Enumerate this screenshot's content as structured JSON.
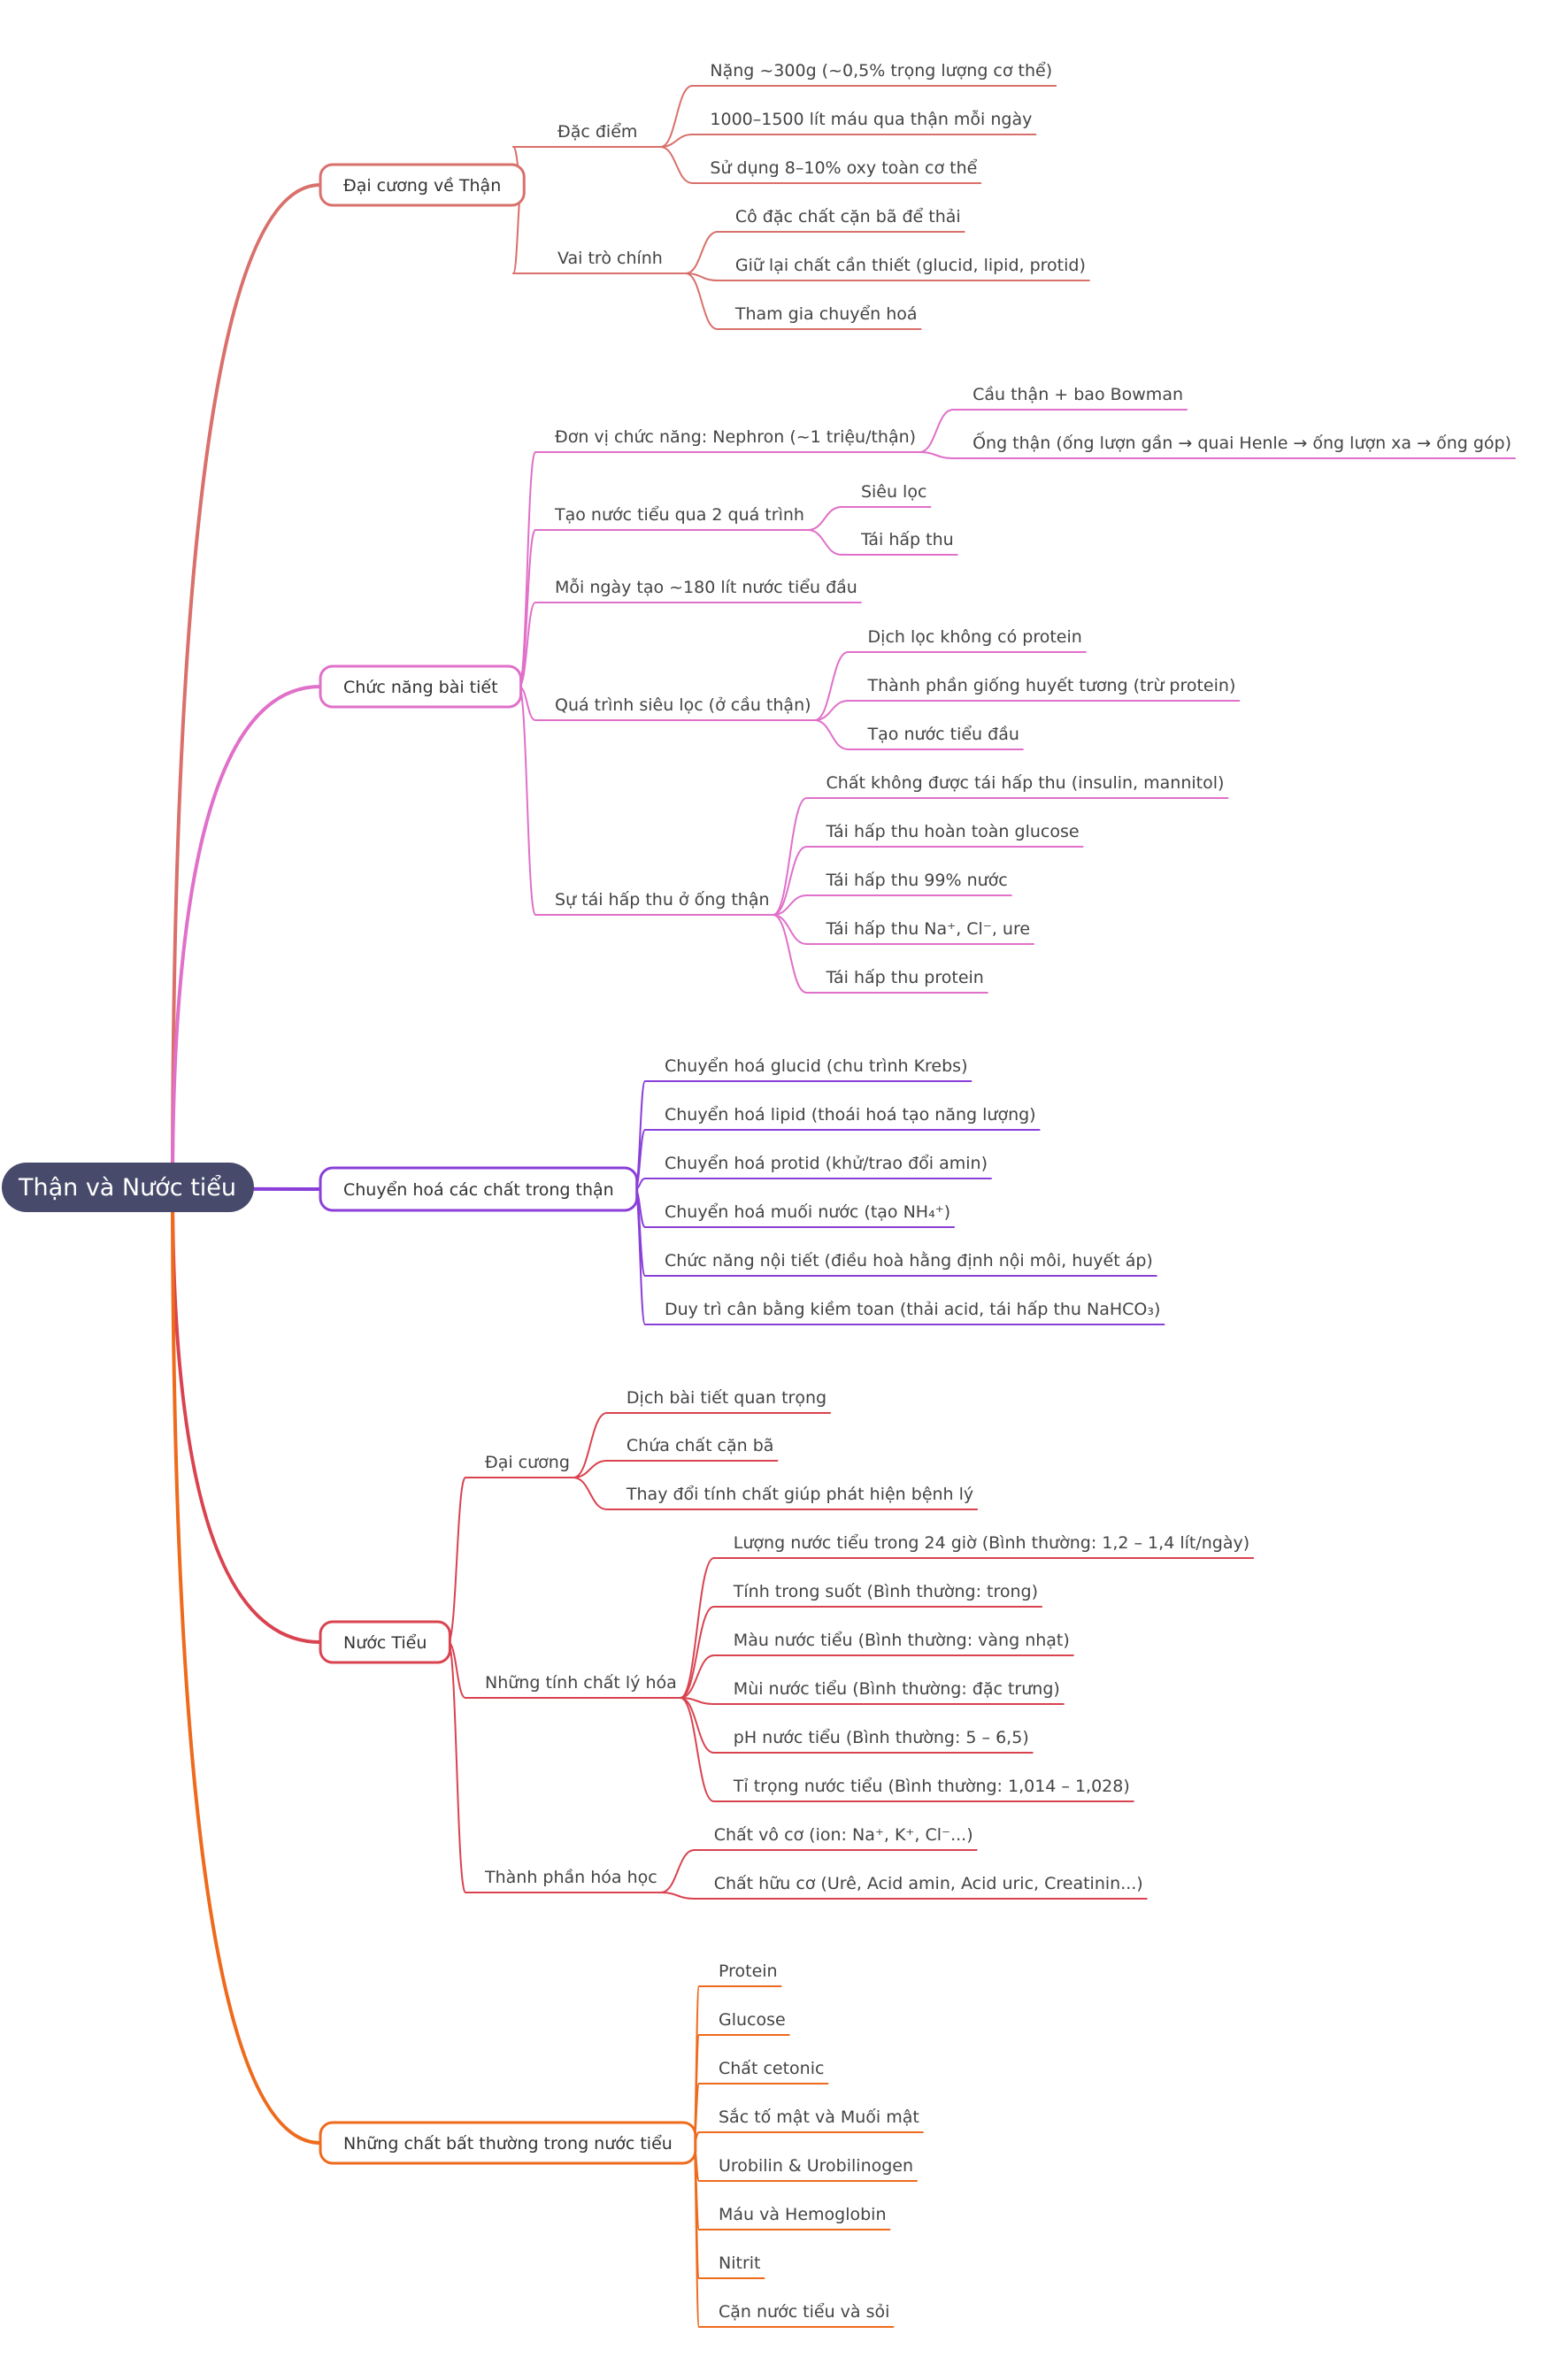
{
  "root": {
    "label": "Thận và Nước tiểu",
    "color": "#474a6a"
  },
  "branches": [
    {
      "label": "Đại cương về Thận",
      "color": "#d9706b",
      "children": [
        {
          "label": "Đặc điểm",
          "children": [
            {
              "label": "Nặng ~300g (~0,5% trọng lượng cơ thể)"
            },
            {
              "label": "1000–1500 lít máu qua thận mỗi ngày"
            },
            {
              "label": "Sử dụng 8–10% oxy toàn cơ thể"
            }
          ]
        },
        {
          "label": "Vai trò chính",
          "children": [
            {
              "label": "Cô đặc chất cặn bã để thải"
            },
            {
              "label": "Giữ lại chất cần thiết (glucid, lipid, protid)"
            },
            {
              "label": "Tham gia chuyển hoá"
            }
          ]
        }
      ]
    },
    {
      "label": "Chức năng bài tiết",
      "color": "#e070c9",
      "children": [
        {
          "label": "Đơn vị chức năng: Nephron (~1 triệu/thận)",
          "children": [
            {
              "label": "Cầu thận + bao Bowman"
            },
            {
              "label": "Ống thận (ống lượn gần → quai Henle → ống lượn xa → ống góp)"
            }
          ]
        },
        {
          "label": "Tạo nước tiểu qua 2 quá trình",
          "children": [
            {
              "label": "Siêu lọc"
            },
            {
              "label": "Tái hấp thu"
            }
          ]
        },
        {
          "label": "Mỗi ngày tạo ~180 lít nước tiểu đầu"
        },
        {
          "label": "Quá trình siêu lọc (ở cầu thận)",
          "children": [
            {
              "label": "Dịch lọc không có protein"
            },
            {
              "label": "Thành phần giống huyết tương (trừ protein)"
            },
            {
              "label": "Tạo nước tiểu đầu"
            }
          ]
        },
        {
          "label": "Sự tái hấp thu ở ống thận",
          "children": [
            {
              "label": "Chất không được tái hấp thu (insulin, mannitol)"
            },
            {
              "label": "Tái hấp thu hoàn toàn glucose"
            },
            {
              "label": "Tái hấp thu 99% nước"
            },
            {
              "label": "Tái hấp thu Na⁺, Cl⁻, ure"
            },
            {
              "label": "Tái hấp thu protein"
            }
          ]
        }
      ]
    },
    {
      "label": "Chuyển hoá các chất trong thận",
      "color": "#8a3fd8",
      "children": [
        {
          "label": "Chuyển hoá glucid (chu trình Krebs)"
        },
        {
          "label": "Chuyển hoá lipid (thoái hoá tạo năng lượng)"
        },
        {
          "label": "Chuyển hoá protid (khử/trao đổi amin)"
        },
        {
          "label": "Chuyển hoá muối nước (tạo NH₄⁺)"
        },
        {
          "label": "Chức năng nội tiết (điều hoà hằng định nội môi, huyết áp)"
        },
        {
          "label": "Duy trì cân bằng kiềm toan (thải acid, tái hấp thu NaHCO₃)"
        }
      ]
    },
    {
      "label": "Nước Tiểu",
      "color": "#d94350",
      "children": [
        {
          "label": "Đại cương",
          "children": [
            {
              "label": "Dịch bài tiết quan trọng"
            },
            {
              "label": "Chứa chất cặn bã"
            },
            {
              "label": "Thay đổi tính chất giúp phát hiện bệnh lý"
            }
          ]
        },
        {
          "label": "Những tính chất lý hóa",
          "children": [
            {
              "label": "Lượng nước tiểu trong 24 giờ (Bình thường: 1,2 – 1,4 lít/ngày)"
            },
            {
              "label": "Tính trong suốt (Bình thường: trong)"
            },
            {
              "label": "Màu nước tiểu (Bình thường: vàng nhạt)"
            },
            {
              "label": "Mùi nước tiểu (Bình thường: đặc trưng)"
            },
            {
              "label": "pH nước tiểu (Bình thường: 5 – 6,5)"
            },
            {
              "label": "Tỉ trọng nước tiểu (Bình thường: 1,014 – 1,028)"
            }
          ]
        },
        {
          "label": "Thành phần hóa học",
          "children": [
            {
              "label": "Chất vô cơ (ion: Na⁺, K⁺, Cl⁻...)"
            },
            {
              "label": "Chất hữu cơ (Urê, Acid amin, Acid uric, Creatinin...)"
            }
          ]
        }
      ]
    },
    {
      "label": "Những chất bất thường trong nước tiểu",
      "color": "#ee6a1c",
      "children": [
        {
          "label": "Protein"
        },
        {
          "label": "Glucose"
        },
        {
          "label": "Chất cetonic"
        },
        {
          "label": "Sắc tố mật và Muối mật"
        },
        {
          "label": "Urobilin & Urobilinogen"
        },
        {
          "label": "Máu và Hemoglobin"
        },
        {
          "label": "Nitrit"
        },
        {
          "label": "Cặn nước tiểu và sỏi"
        }
      ]
    }
  ]
}
